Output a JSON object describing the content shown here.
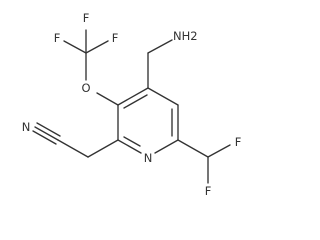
{
  "molecule": {
    "atom_labels": {
      "nh2": "NH2",
      "ring_n": "N",
      "ether_o": "O",
      "nitrile_n": "N",
      "cf3_f1": "F",
      "cf3_f2": "F",
      "cf3_f3": "F",
      "chf2_f1": "F",
      "chf2_f2": "F"
    }
  },
  "colors": {
    "bond": "#333333",
    "label": "#333333",
    "background": "#ffffff"
  }
}
